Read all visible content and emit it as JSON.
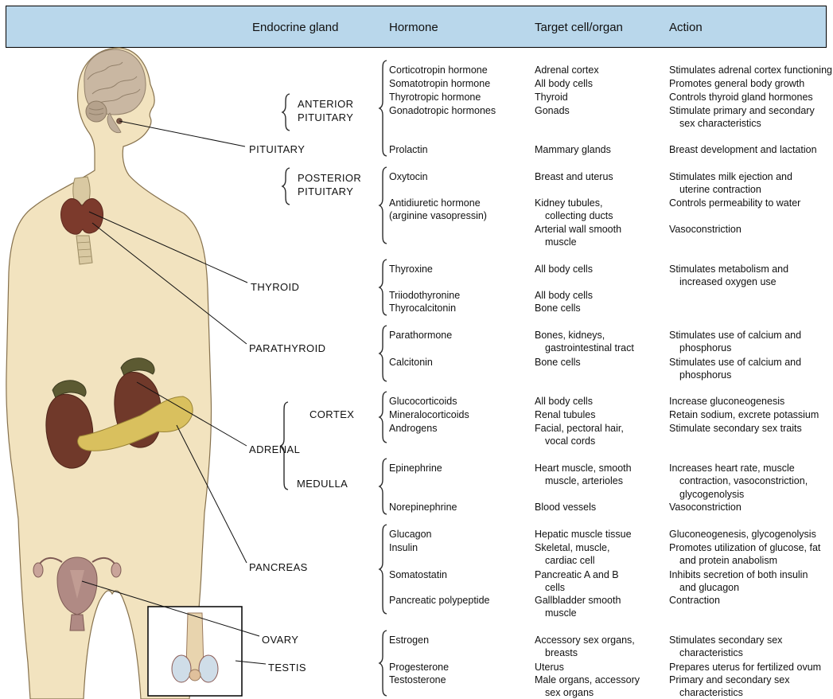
{
  "header": {
    "columns": [
      "Endocrine gland",
      "Hormone",
      "Target cell/organ",
      "Action"
    ],
    "background_color": "#b9d7eb"
  },
  "gland_labels": [
    {
      "id": "anterior-pituitary",
      "lines": [
        "ANTERIOR",
        "PITUITARY"
      ]
    },
    {
      "id": "pituitary",
      "lines": [
        "PITUITARY"
      ]
    },
    {
      "id": "posterior-pituitary",
      "lines": [
        "POSTERIOR",
        "PITUITARY"
      ]
    },
    {
      "id": "thyroid",
      "lines": [
        "THYROID"
      ]
    },
    {
      "id": "parathyroid",
      "lines": [
        "PARATHYROID"
      ]
    },
    {
      "id": "cortex",
      "lines": [
        "CORTEX"
      ]
    },
    {
      "id": "adrenal",
      "lines": [
        "ADRENAL"
      ]
    },
    {
      "id": "medulla",
      "lines": [
        "MEDULLA"
      ]
    },
    {
      "id": "pancreas",
      "lines": [
        "PANCREAS"
      ]
    },
    {
      "id": "ovary",
      "lines": [
        "OVARY"
      ]
    },
    {
      "id": "testis",
      "lines": [
        "TESTIS"
      ]
    }
  ],
  "table": {
    "rows": [
      {
        "group": "anterior-pituitary",
        "hormone": [
          "Corticotropin hormone"
        ],
        "target": [
          "Adrenal cortex"
        ],
        "action": [
          "Stimulates adrenal cortex functioning"
        ]
      },
      {
        "group": "anterior-pituitary",
        "hormone": [
          "Somatotropin hormone"
        ],
        "target": [
          "All body cells"
        ],
        "action": [
          "Promotes general body growth"
        ]
      },
      {
        "group": "anterior-pituitary",
        "hormone": [
          "Thyrotropic hormone"
        ],
        "target": [
          "Thyroid"
        ],
        "action": [
          "Controls thyroid gland hormones"
        ]
      },
      {
        "group": "anterior-pituitary",
        "hormone": [
          "Gonadotropic hormones"
        ],
        "target": [
          "Gonads"
        ],
        "action": [
          "Stimulate primary and secondary",
          "sex characteristics"
        ]
      },
      {
        "group": "anterior-pituitary",
        "hormone": [
          "Prolactin"
        ],
        "target": [
          "Mammary glands"
        ],
        "action": [
          "Breast development and lactation"
        ]
      },
      {
        "group": "posterior-pituitary",
        "hormone": [
          "Oxytocin"
        ],
        "target": [
          "Breast and uterus"
        ],
        "action": [
          "Stimulates milk ejection and",
          "uterine contraction"
        ]
      },
      {
        "group": "posterior-pituitary",
        "hormone": [
          "Antidiuretic hormone",
          "(arginine vasopressin)"
        ],
        "target": [
          "Kidney tubules,",
          "collecting ducts"
        ],
        "action": [
          "Controls permeability to water"
        ]
      },
      {
        "group": "posterior-pituitary",
        "hormone": [],
        "target": [
          "Arterial wall smooth",
          "muscle"
        ],
        "action": [
          "Vasoconstriction"
        ]
      },
      {
        "group": "thyroid",
        "hormone": [
          "Thyroxine"
        ],
        "target": [
          "All body cells"
        ],
        "action": [
          "Stimulates metabolism and",
          "increased oxygen use"
        ]
      },
      {
        "group": "thyroid",
        "hormone": [
          "Triiodothyronine"
        ],
        "target": [
          "All body cells"
        ],
        "action": []
      },
      {
        "group": "thyroid",
        "hormone": [
          "Thyrocalcitonin"
        ],
        "target": [
          "Bone cells"
        ],
        "action": []
      },
      {
        "group": "parathyroid",
        "hormone": [
          "Parathormone"
        ],
        "target": [
          "Bones, kidneys,",
          "gastrointestinal tract"
        ],
        "action": [
          "Stimulates use of calcium and",
          "phosphorus"
        ]
      },
      {
        "group": "parathyroid",
        "hormone": [
          "Calcitonin"
        ],
        "target": [
          "Bone cells"
        ],
        "action": [
          "Stimulates use of calcium and",
          "phosphorus"
        ]
      },
      {
        "group": "adrenal-cortex",
        "hormone": [
          "Glucocorticoids"
        ],
        "target": [
          "All body cells"
        ],
        "action": [
          "Increase gluconeogenesis"
        ]
      },
      {
        "group": "adrenal-cortex",
        "hormone": [
          "Mineralocorticoids"
        ],
        "target": [
          "Renal tubules"
        ],
        "action": [
          "Retain sodium, excrete potassium"
        ]
      },
      {
        "group": "adrenal-cortex",
        "hormone": [
          "Androgens"
        ],
        "target": [
          "Facial, pectoral hair,",
          "vocal cords"
        ],
        "action": [
          "Stimulate secondary sex traits"
        ]
      },
      {
        "group": "adrenal-medulla",
        "hormone": [
          "Epinephrine"
        ],
        "target": [
          "Heart muscle, smooth",
          "muscle, arterioles"
        ],
        "action": [
          "Increases heart rate, muscle",
          "contraction, vasoconstriction,",
          "glycogenolysis"
        ]
      },
      {
        "group": "adrenal-medulla",
        "hormone": [
          "Norepinephrine"
        ],
        "target": [
          "Blood vessels"
        ],
        "action": [
          "Vasoconstriction"
        ]
      },
      {
        "group": "pancreas",
        "hormone": [
          "Glucagon"
        ],
        "target": [
          "Hepatic muscle tissue"
        ],
        "action": [
          "Gluconeogenesis, glycogenolysis"
        ]
      },
      {
        "group": "pancreas",
        "hormone": [
          "Insulin"
        ],
        "target": [
          "Skeletal, muscle,",
          "cardiac cell"
        ],
        "action": [
          "Promotes utilization of glucose, fat",
          "and protein anabolism"
        ]
      },
      {
        "group": "pancreas",
        "hormone": [
          "Somatostatin"
        ],
        "target": [
          "Pancreatic A and B",
          "cells"
        ],
        "action": [
          "Inhibits secretion of both insulin",
          "and glucagon"
        ]
      },
      {
        "group": "pancreas",
        "hormone": [
          "Pancreatic polypeptide"
        ],
        "target": [
          "Gallbladder smooth",
          "muscle"
        ],
        "action": [
          "Contraction"
        ]
      },
      {
        "group": "ovary-testis",
        "hormone": [
          "Estrogen"
        ],
        "target": [
          "Accessory sex organs,",
          "breasts"
        ],
        "action": [
          "Stimulates secondary sex",
          "characteristics"
        ]
      },
      {
        "group": "ovary-testis",
        "hormone": [
          "Progesterone"
        ],
        "target": [
          "Uterus"
        ],
        "action": [
          "Prepares uterus for fertilized ovum"
        ]
      },
      {
        "group": "ovary-testis",
        "hormone": [
          "Testosterone"
        ],
        "target": [
          "Male organs, accessory",
          "sex organs"
        ],
        "action": [
          "Primary and secondary sex",
          "characteristics"
        ]
      }
    ]
  },
  "colors": {
    "header_blue": "#b9d7eb",
    "body_skin": "#f2e3bf",
    "brain": "#c9b7a2",
    "thyroid_gland": "#7c3a2c",
    "kidney": "#70392a",
    "adrenal_gland": "#5c5a32",
    "pancreas_gland": "#d9c05e",
    "uterus": "#b08a84",
    "testis_blue": "#cfdde8"
  }
}
